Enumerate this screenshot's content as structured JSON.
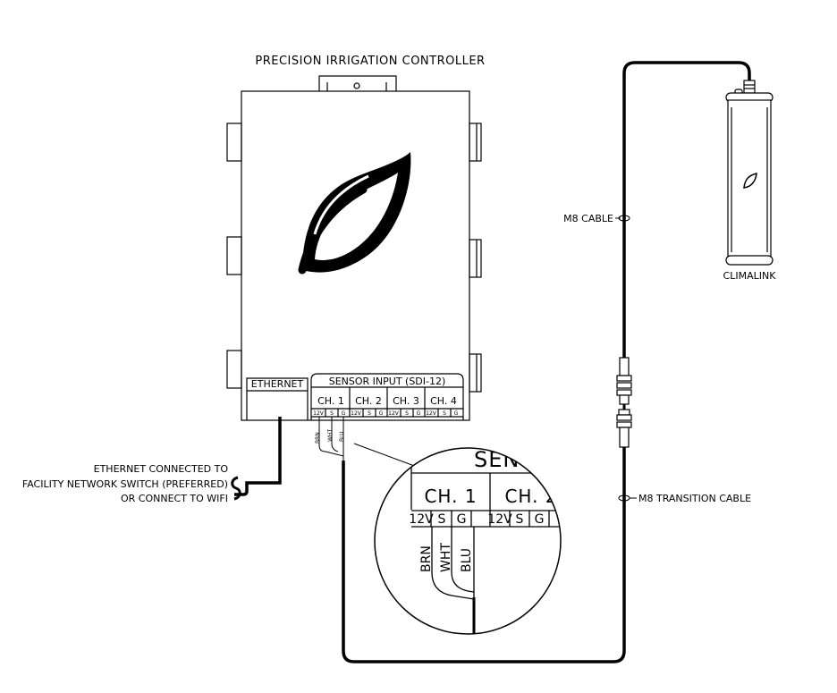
{
  "title": "PRECISION IRRIGATION CONTROLLER",
  "controller": {
    "ethernet_label": "ETHERNET",
    "sensor_input_label": "SENSOR INPUT (SDI-12)",
    "channels": [
      "CH. 1",
      "CH. 2",
      "CH. 3",
      "CH. 4"
    ],
    "terminals": [
      "12V",
      "S",
      "G"
    ],
    "wires": [
      "BRN",
      "WHT",
      "BLU"
    ]
  },
  "ethernet_note": {
    "lines": [
      "ETHERNET CONNECTED TO",
      "FACILITY NETWORK SWITCH (PREFERRED)",
      "OR CONNECT TO WIFI"
    ]
  },
  "sensor": {
    "name": "CLIMALINK"
  },
  "cables": {
    "m8_cable": "M8 CABLE",
    "m8_transition": "M8 TRANSITION CABLE"
  },
  "zoom": {
    "title": "SENSOR IN",
    "channels": [
      "CH. 1",
      "CH. 2"
    ],
    "terminals": [
      "12V",
      "S",
      "G"
    ],
    "wires": [
      "BRN",
      "WHT",
      "BLU"
    ]
  },
  "colors": {
    "line": "#000000",
    "background": "#ffffff"
  }
}
